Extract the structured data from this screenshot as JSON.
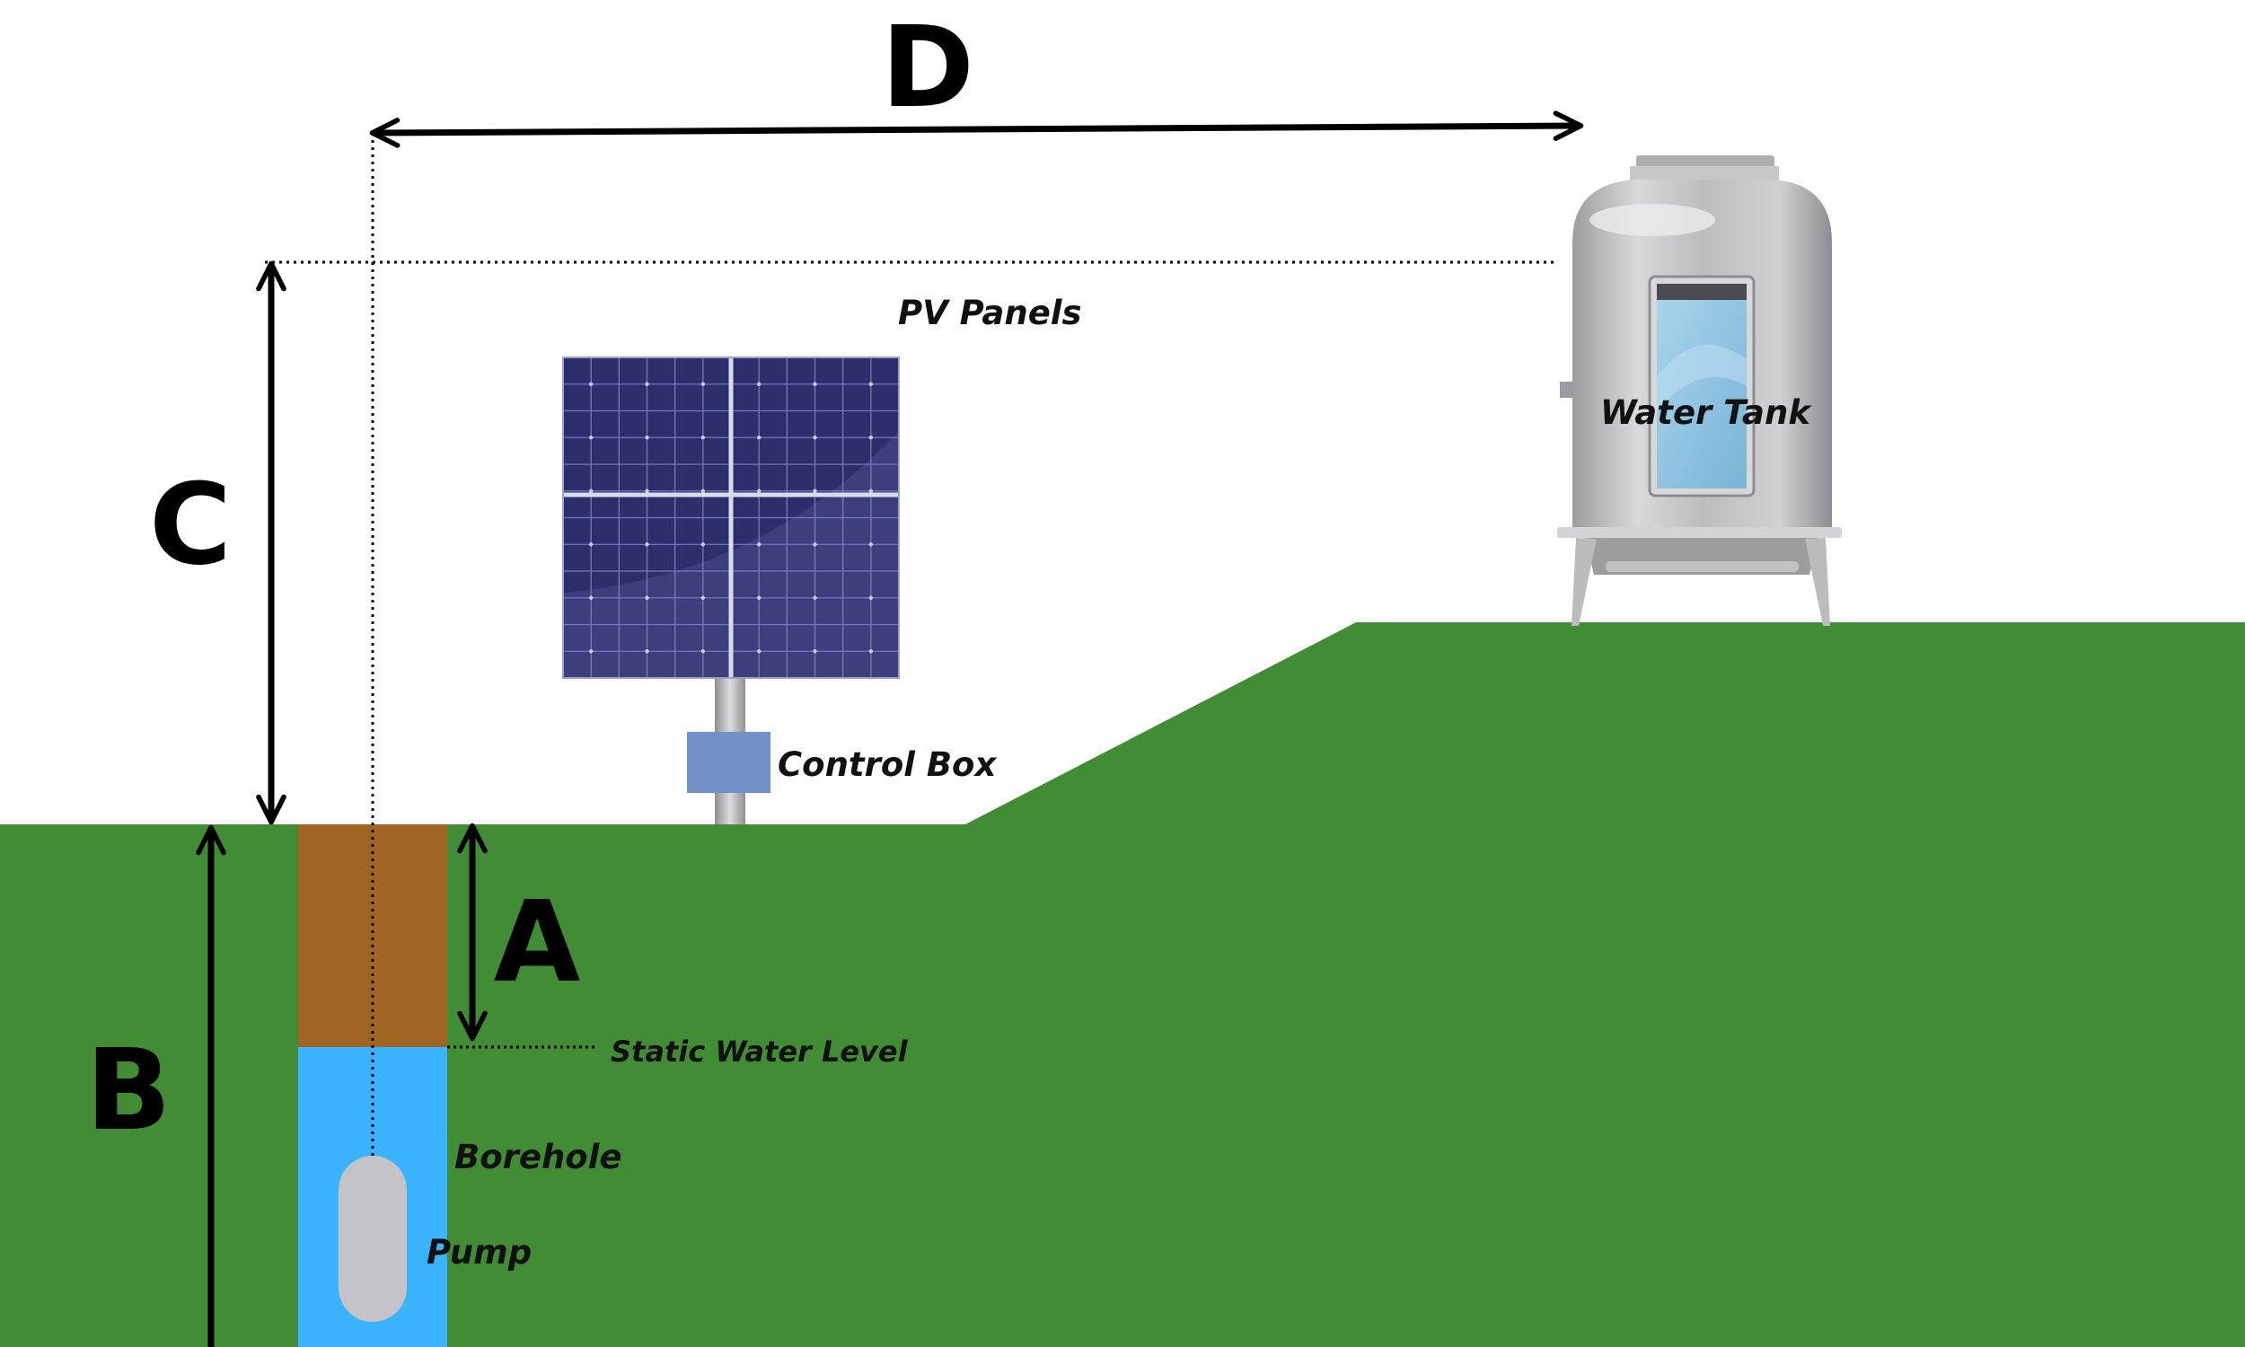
{
  "dimension_labels": {
    "a": "A",
    "b": "B",
    "c": "C",
    "d": "D"
  },
  "component_labels": {
    "pv_panels": "PV Panels",
    "water_tank": "Water Tank",
    "control_box": "Control Box",
    "static_water_level": "Static Water Level",
    "borehole": "Borehole",
    "pump": "Pump"
  },
  "colors": {
    "ground": "#428c36",
    "soil": "#a06423",
    "water": "#3bb3ff",
    "pump": "#c4c4c8",
    "control_box": "#7391c9",
    "panel": "#2c2f6b",
    "pole": "#b5b5b5",
    "tank": "#b9b9bb",
    "tank_window": "#8fc2de"
  }
}
